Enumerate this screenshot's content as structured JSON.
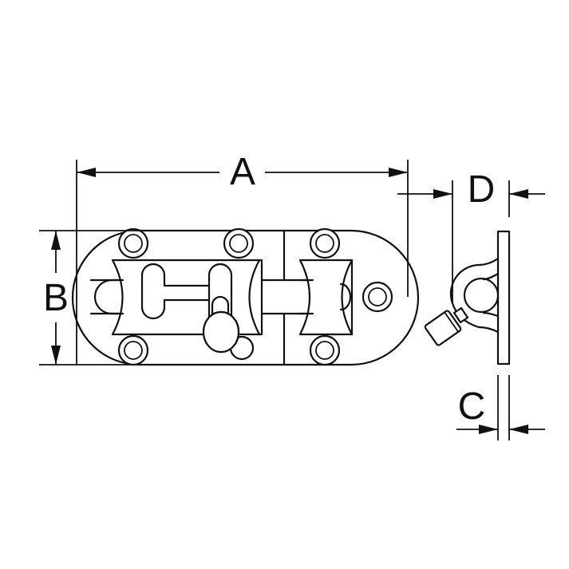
{
  "diagram": {
    "subject": "barrel-bolt-latch",
    "views": [
      "front-view",
      "side-view"
    ],
    "line_color": "#111111",
    "background": "#ffffff"
  },
  "dimensions": {
    "A": {
      "label": "A",
      "meaning": "overall length"
    },
    "B": {
      "label": "B",
      "meaning": "overall height"
    },
    "C": {
      "label": "C",
      "meaning": "plate thickness"
    },
    "D": {
      "label": "D",
      "meaning": "projection depth"
    }
  }
}
